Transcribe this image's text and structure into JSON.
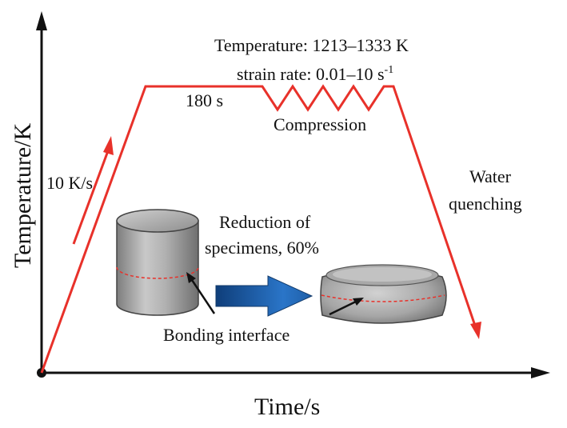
{
  "axes": {
    "y_title": "Temperature/K",
    "x_title": "Time/s"
  },
  "labels": {
    "temperature": "Temperature: 1213–1333 K",
    "strain_rate_prefix": "strain rate: 0.01–10 s",
    "strain_rate_exponent": "-1",
    "hold_time": "180 s",
    "compression": "Compression",
    "heating_rate": "10 K/s",
    "water_line1": "Water",
    "water_line2": "quenching",
    "reduction_line1": "Reduction of",
    "reduction_line2": "specimens, 60%",
    "bonding_interface": "Bonding interface"
  },
  "colors": {
    "profile": "#e8312a",
    "axis": "#111111",
    "arrow_blue": "#1f5fa8",
    "specimen_gray": "#9a9a9a",
    "interface_line": "#e8312a"
  }
}
